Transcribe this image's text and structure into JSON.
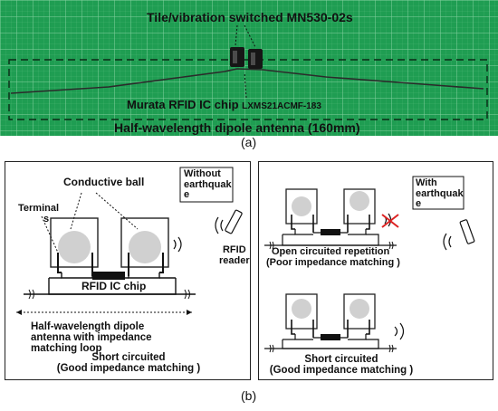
{
  "photo": {
    "switch_label": "Tile/vibration switched MN530-02s",
    "chip_label_main": "Murata RFID IC chip ",
    "chip_label_part": "LXMS21ACMF-183",
    "antenna_label": "Half-wavelength dipole antenna (160mm)",
    "caption": "(a)"
  },
  "left_panel": {
    "conductive_ball": "Conductive ball",
    "terminals_1": "Terminal",
    "terminals_2": "s",
    "without_1": "Without",
    "without_2": "earthquak",
    "without_3": "e",
    "rfid_1": "RFID",
    "rfid_2": "reader",
    "chip": "RFID IC chip",
    "dipole_1": "Half-wavelength dipole",
    "dipole_2": "antenna with impedance",
    "dipole_3": "matching loop",
    "short_1": "Short circuited",
    "short_2": "(Good impedance matching )"
  },
  "right_panel": {
    "with_1": "With",
    "with_2": "earthquak",
    "with_3": "e",
    "open_1": "Open circuited repetition",
    "open_2": "(Poor impedance matching )",
    "short_1": "Short circuited",
    "short_2": "(Good impedance matching )"
  },
  "caption_b": "(b)",
  "colors": {
    "board": "#1f9d52",
    "grid": "#8fd6a8",
    "chip": "#111111",
    "ball": "#d0d0d0"
  }
}
